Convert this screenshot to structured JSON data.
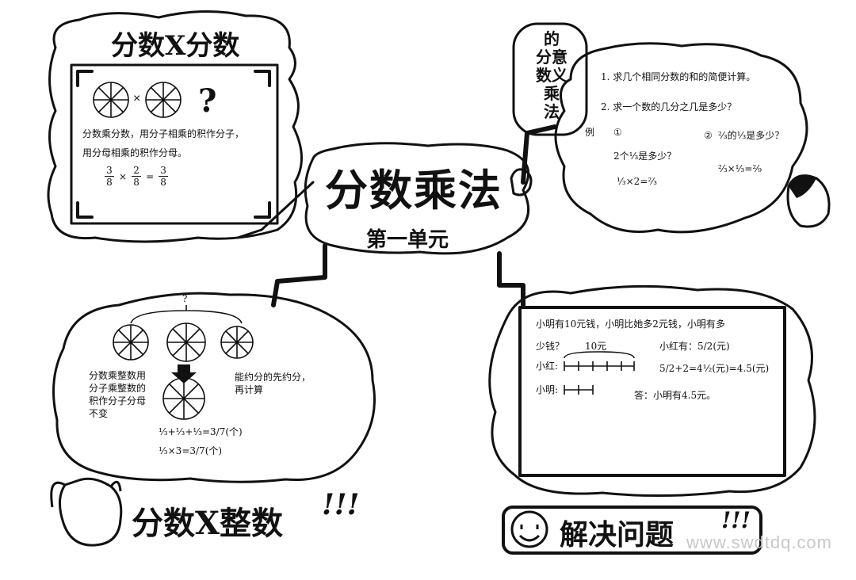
{
  "center": {
    "title": "分数乘法",
    "subtitle": "第一单元"
  },
  "top_left": {
    "banner": "分数X分数",
    "question_mark": "?",
    "times_sign": "×",
    "rule": [
      "分数乘分数，用分子相乘的积作分子，",
      "用分母相乘的积作分母。"
    ],
    "equation": {
      "a_num": "3",
      "a_den": "8",
      "op": "×",
      "b_num": "2",
      "b_den": "8",
      "eq": "=",
      "r_num": "3",
      "r_den": "8"
    }
  },
  "top_right": {
    "banner_lines": [
      "的",
      "分意",
      "数义",
      "乘",
      "法"
    ],
    "points": [
      "1. 求几个相同分数的和的简便计算。",
      "2. 求一个数的几分之几是多少？"
    ],
    "example_label": "例",
    "ex1_label": "①",
    "ex1_q": "2个⅓是多少？",
    "ex1_eq": "⅓×2=⅔",
    "ex2_label": "②",
    "ex2_q": "⅔的⅓是多少？",
    "ex2_eq": "⅔×⅓=²⁄₉"
  },
  "bottom_left": {
    "banner": "分数X整数",
    "exclaim": "!!!",
    "question_mark": "?",
    "rule_left": [
      "分数乘整数用",
      "分子乘整数的",
      "积作分子分母",
      "不变"
    ],
    "rule_right": [
      "能约分的先约分，",
      "再计算"
    ],
    "eq1": "⅓+⅓+⅓=3/7(个)",
    "eq2": "⅓×3=3/7(个)"
  },
  "bottom_right": {
    "banner": "解决问题",
    "exclaim": "!!!",
    "problem": [
      "小明有10元钱，小明比她多2元钱，小明有多",
      "少钱？"
    ],
    "bar_amount": "10元",
    "label_a": "小红:",
    "label_b": "小明:",
    "solution": [
      "小红有：5/2(元)",
      "5/2+2=4½(元)=4.5(元)"
    ],
    "answer": "答：小明有4.5元。"
  },
  "watermark": "www.swdtdq.com"
}
